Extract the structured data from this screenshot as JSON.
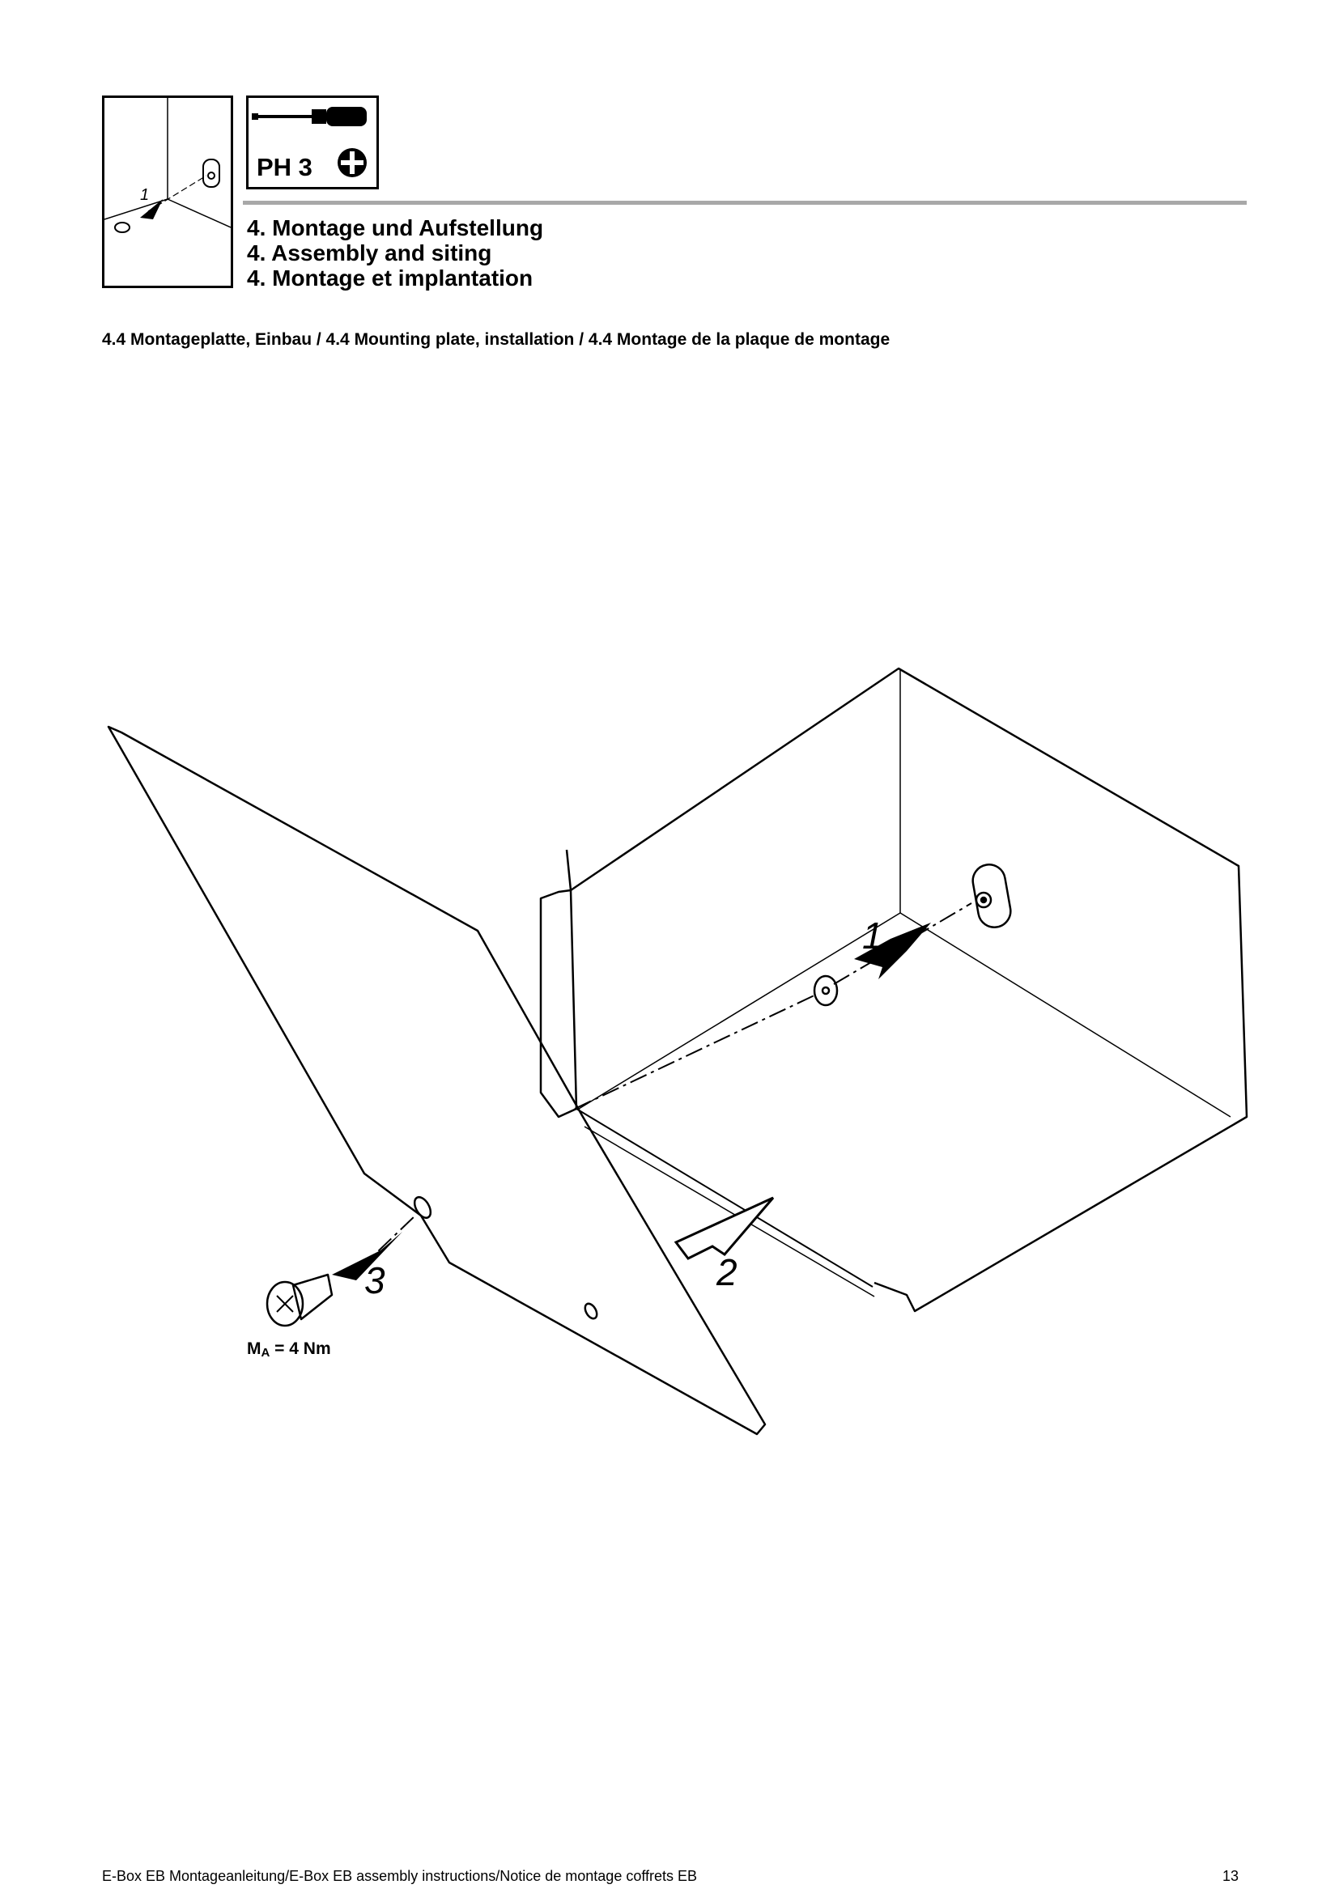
{
  "header": {
    "tool_label": "PH 3",
    "headings": [
      "4. Montage und Aufstellung",
      "4. Assembly and siting",
      "4. Montage et implantation"
    ]
  },
  "section": {
    "title": "4.4 Montageplatte, Einbau / 4.4 Mounting plate, installation / 4.4 Montage de la plaque de montage"
  },
  "illustration": {
    "thumb_step": "1",
    "steps": [
      "1",
      "2",
      "3"
    ],
    "torque_symbol": "M",
    "torque_subscript": "A",
    "torque_value": " = 4 Nm"
  },
  "footer": {
    "document": "E-Box EB Montageanleitung/E-Box EB assembly instructions/Notice de montage coffrets EB",
    "page": "13"
  },
  "icons": [
    "screwdriver-icon",
    "phillips-cross-icon",
    "thumbnail-step-icon",
    "screw-icon",
    "washer-icon",
    "arrow-icon"
  ]
}
